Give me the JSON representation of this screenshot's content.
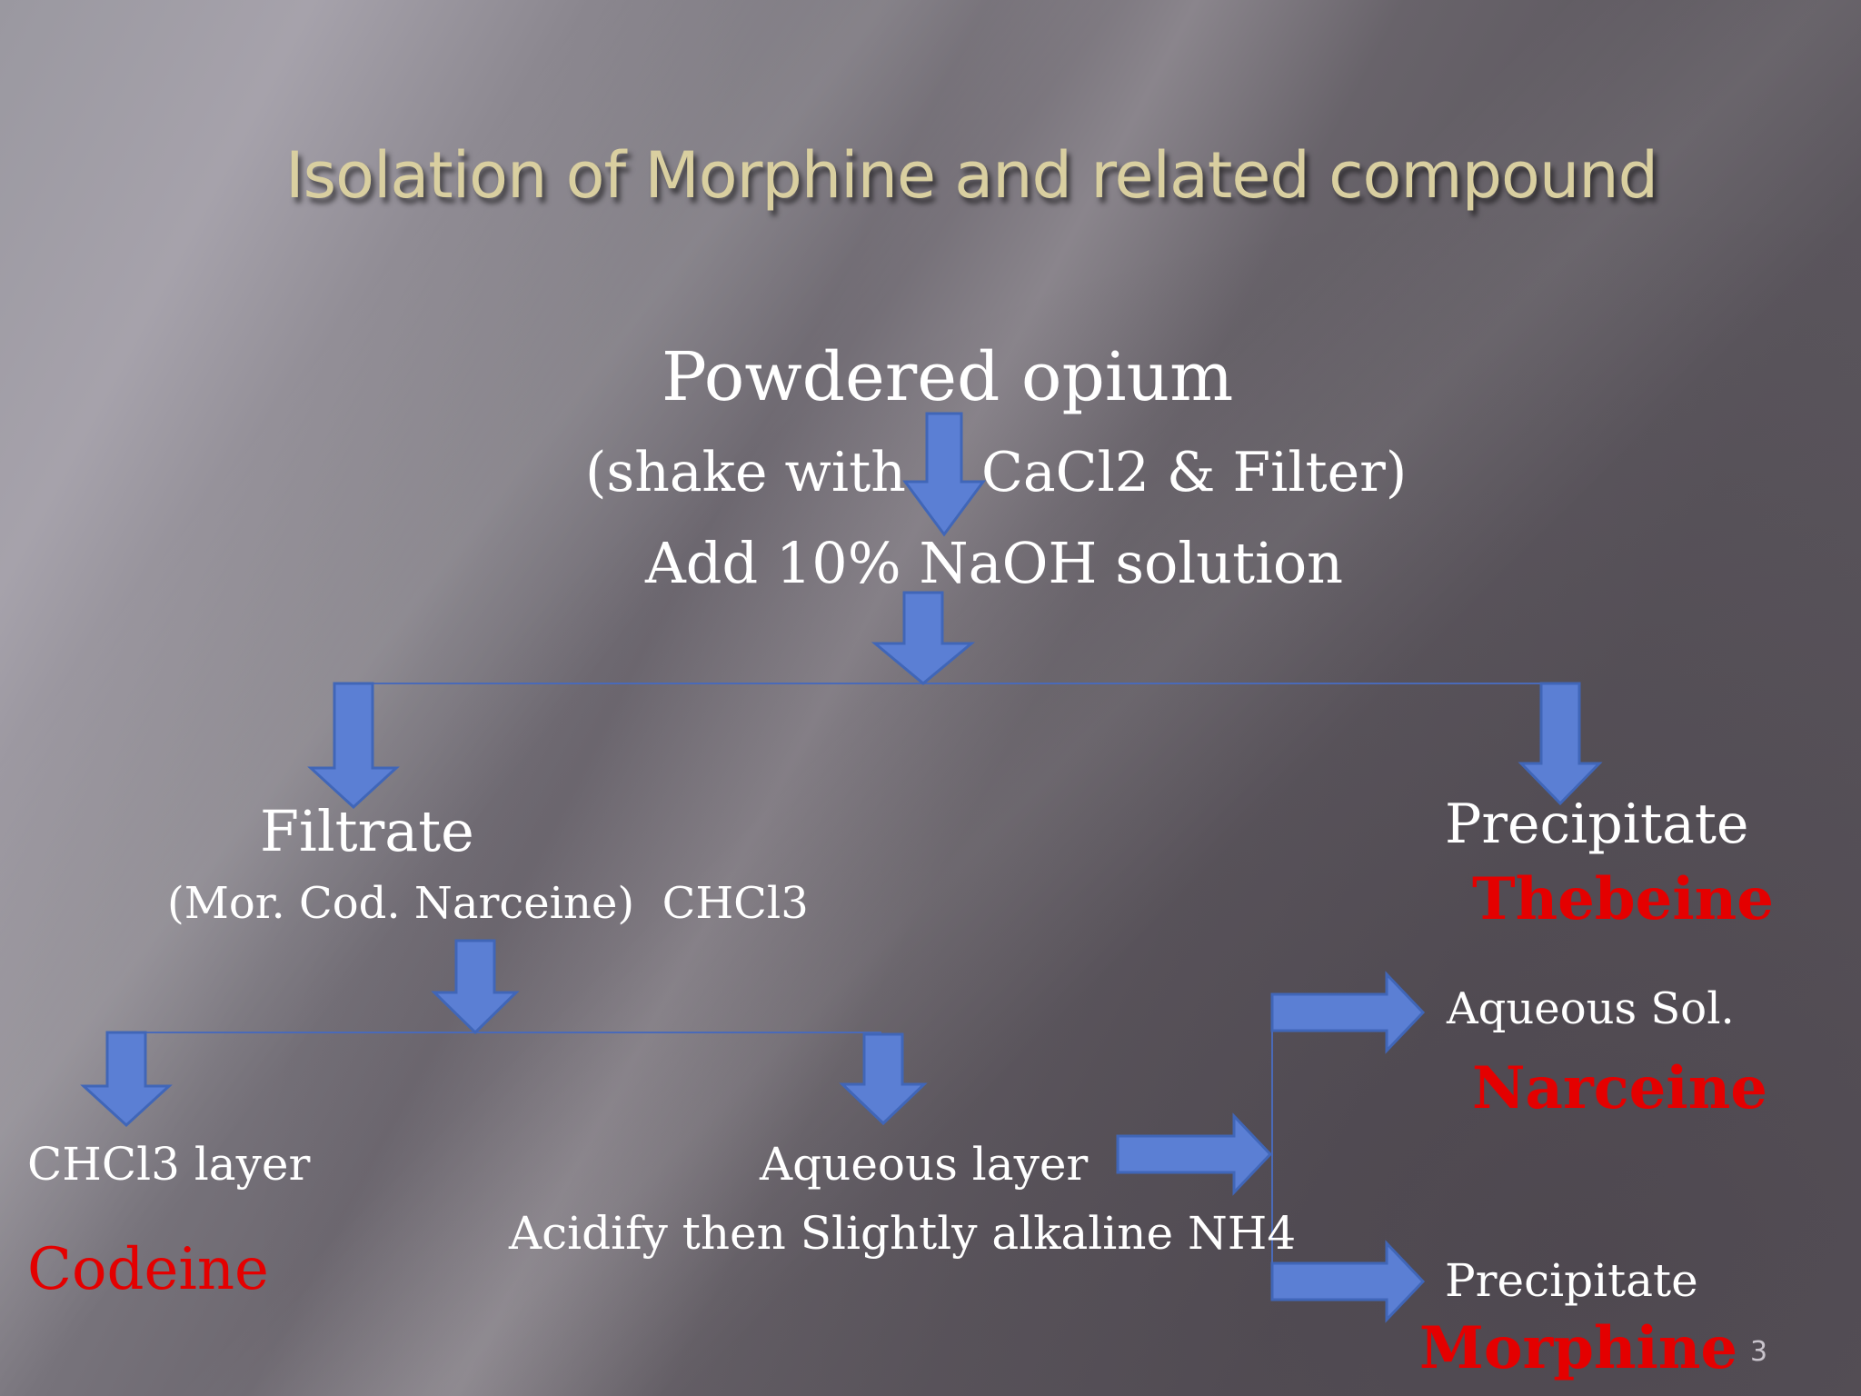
{
  "slide": {
    "title": "Isolation of Morphine and related compound",
    "page_number": "3"
  },
  "diagram": {
    "start": "Powdered opium",
    "step1_left": "(shake with",
    "step1_right": "CaCl2 & Filter)",
    "step2": "Add 10% NaOH solution",
    "filtrate": "Filtrate",
    "filtrate_detail": "(Mor. Cod. Narceine)  CHCl3",
    "precipitate_top": "Precipitate",
    "thebeine": "Thebeine",
    "chcl3_layer": "CHCl3 layer",
    "codeine": "Codeine",
    "aqueous_layer": "Aqueous layer",
    "acidify": "Acidify then Slightly alkaline NH4",
    "aqueous_sol": "Aqueous Sol.",
    "narceine": "Narceine",
    "precipitate_bottom": "Precipitate",
    "morphine": "Morphine"
  },
  "colors": {
    "arrow_fill": "#5b7fd4",
    "arrow_stroke": "#4066b8",
    "line": "#4a6ab8",
    "title": "#d9cfa0",
    "highlight": "#e40000"
  }
}
